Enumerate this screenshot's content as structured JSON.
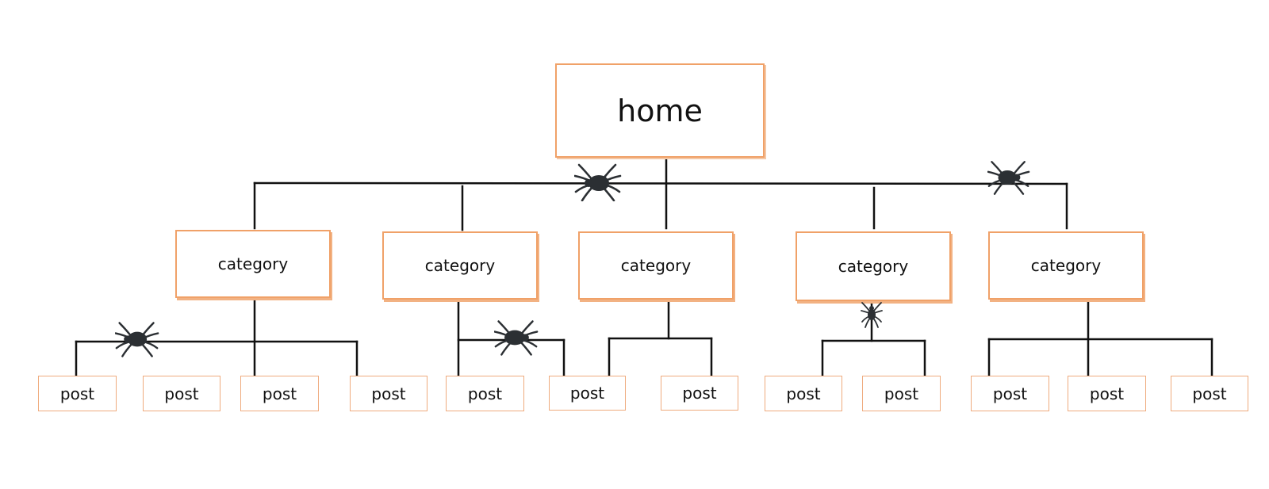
{
  "diagram": {
    "home": {
      "label": "home"
    },
    "categories": [
      {
        "label": "category"
      },
      {
        "label": "category"
      },
      {
        "label": "category"
      },
      {
        "label": "category"
      },
      {
        "label": "category"
      }
    ],
    "posts": [
      {
        "label": "post"
      },
      {
        "label": "post"
      },
      {
        "label": "post"
      },
      {
        "label": "post"
      },
      {
        "label": "post"
      },
      {
        "label": "post"
      },
      {
        "label": "post"
      },
      {
        "label": "post"
      },
      {
        "label": "post"
      },
      {
        "label": "post"
      },
      {
        "label": "post"
      },
      {
        "label": "post"
      }
    ],
    "spider_icons": [
      "spider-icon",
      "spider-icon",
      "spider-icon",
      "spider-icon",
      "spider-icon"
    ],
    "colors": {
      "node_border": "#f0a168",
      "connector": "#111111",
      "spider": "#2b2f33"
    }
  }
}
